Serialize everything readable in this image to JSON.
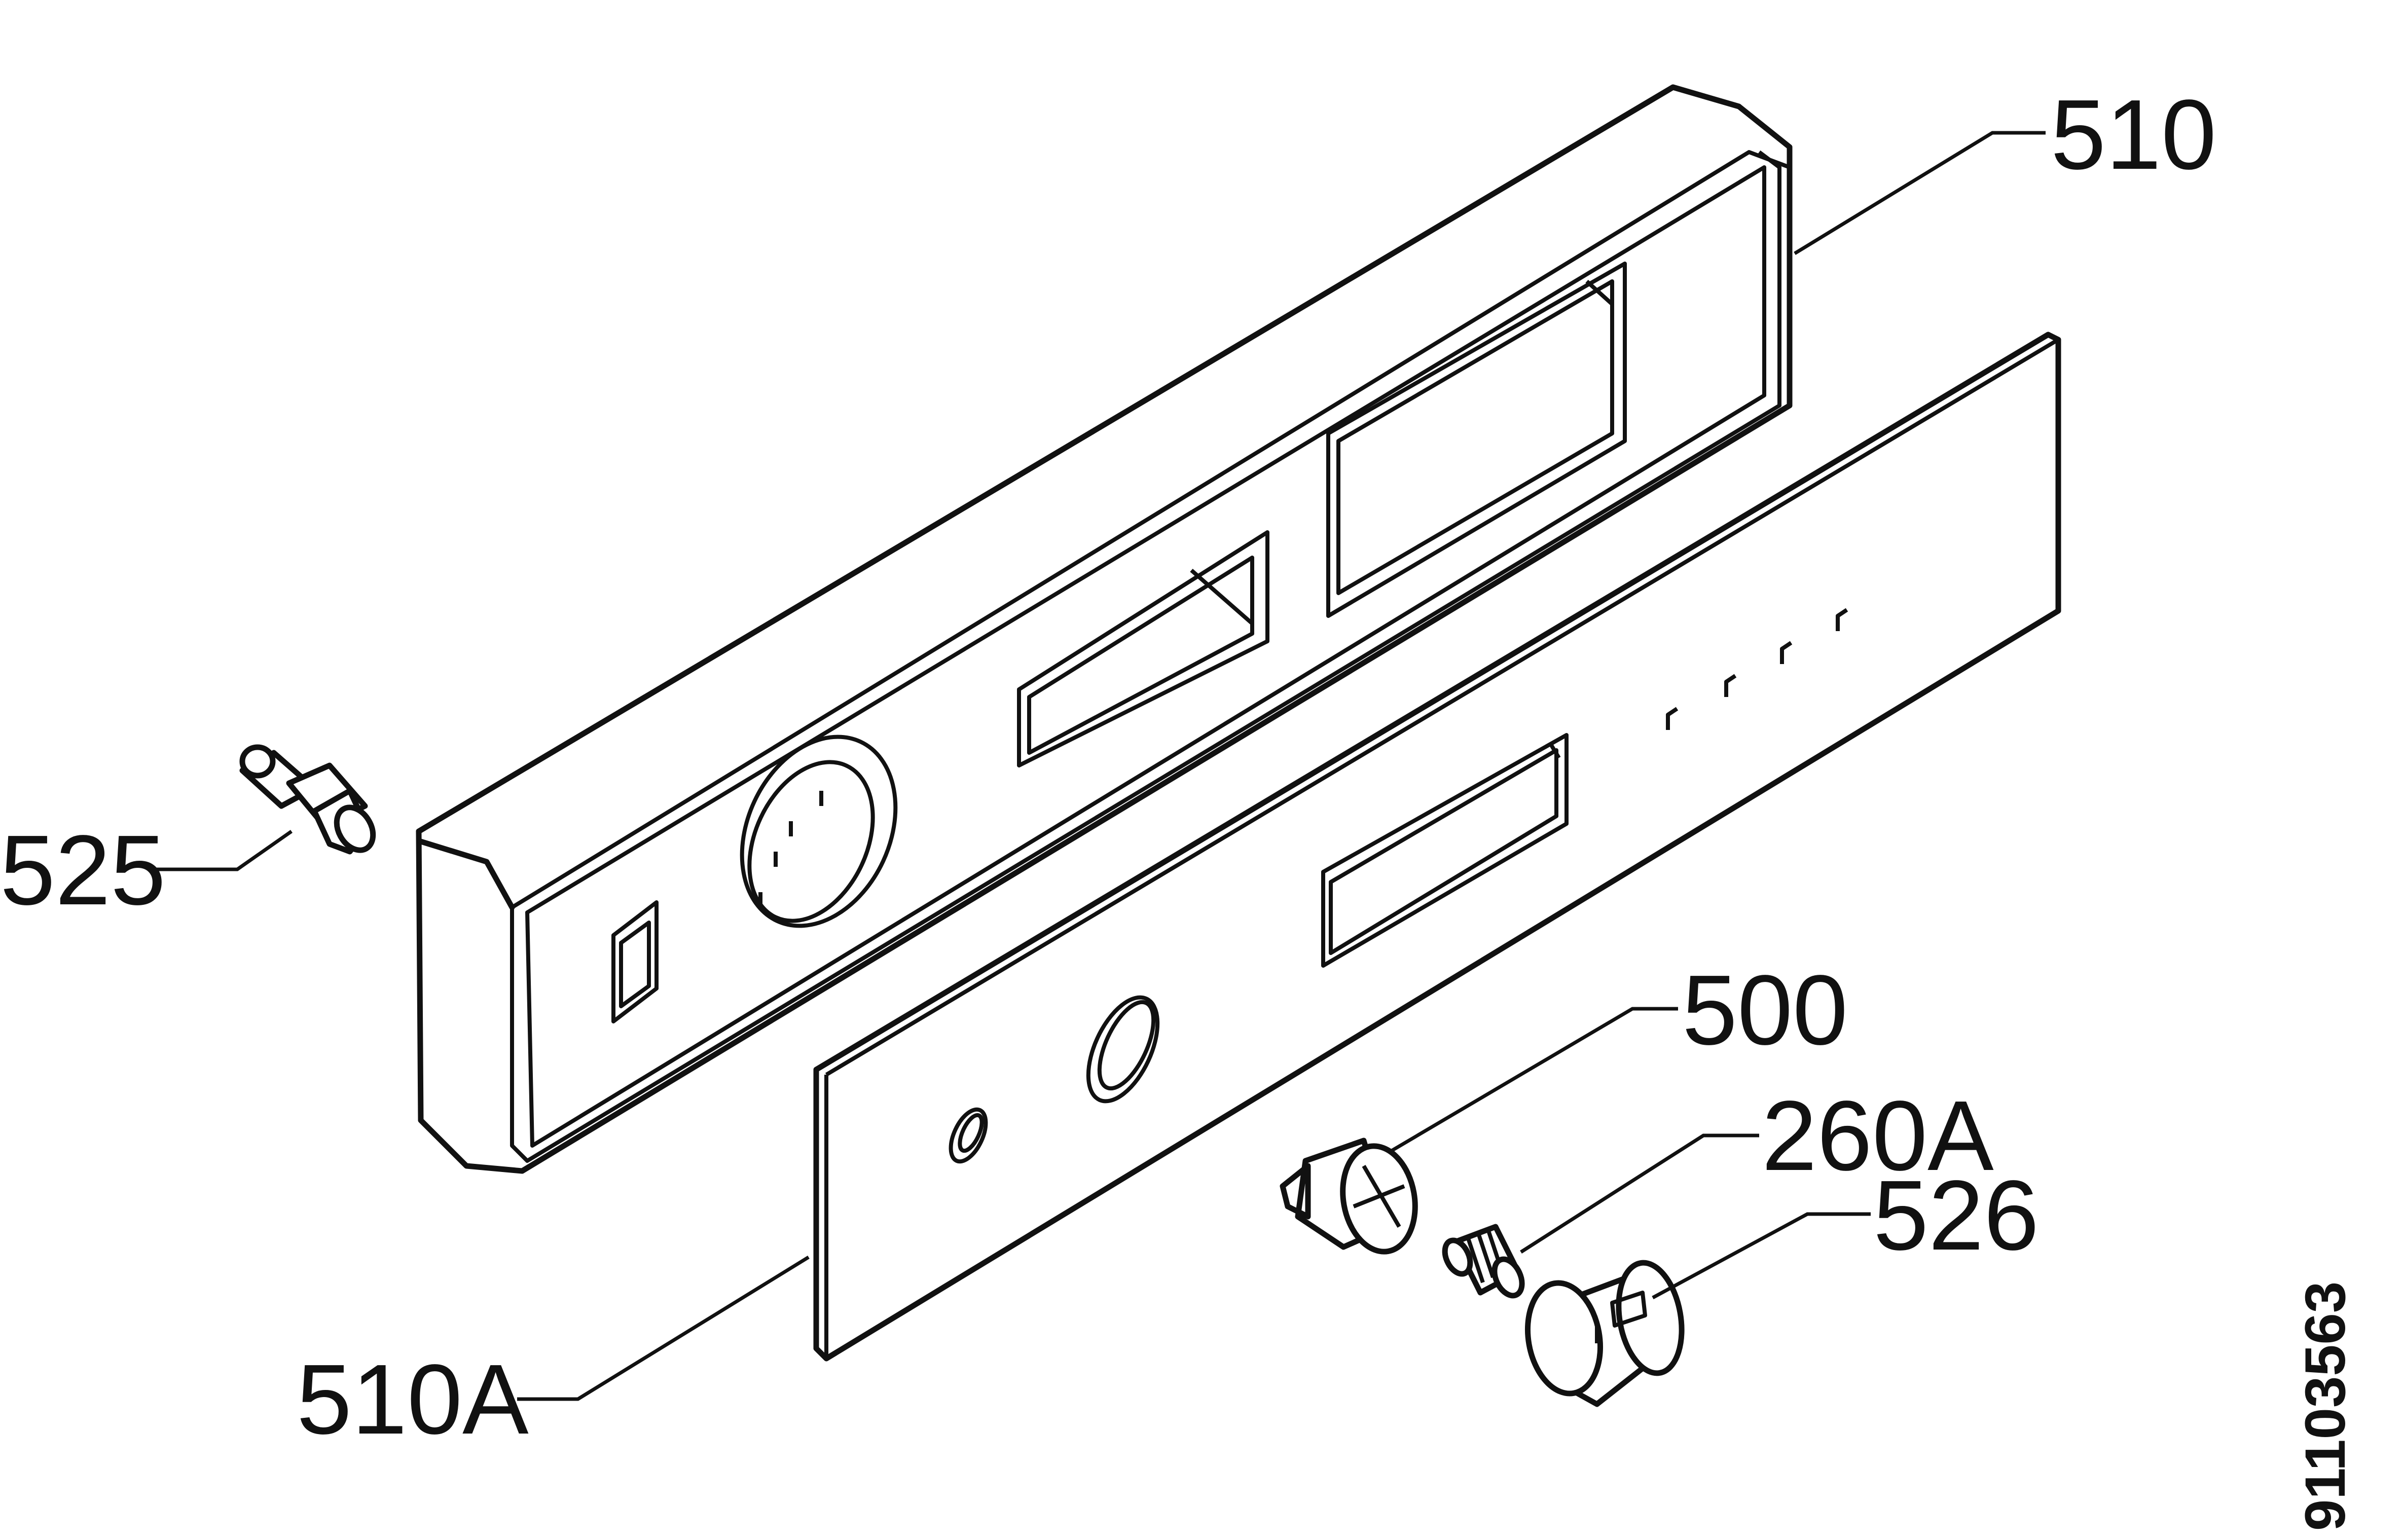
{
  "diagram": {
    "background": "#ffffff",
    "ink": "#111111",
    "parts": [
      {
        "id": "control-panel-frame",
        "label": "510"
      },
      {
        "id": "panel-fascia",
        "label": "510A"
      },
      {
        "id": "screw",
        "label": "525"
      },
      {
        "id": "knob-holder",
        "label": "500"
      },
      {
        "id": "spring",
        "label": "260A"
      },
      {
        "id": "knob",
        "label": "526"
      }
    ],
    "document_number": "91103563"
  }
}
